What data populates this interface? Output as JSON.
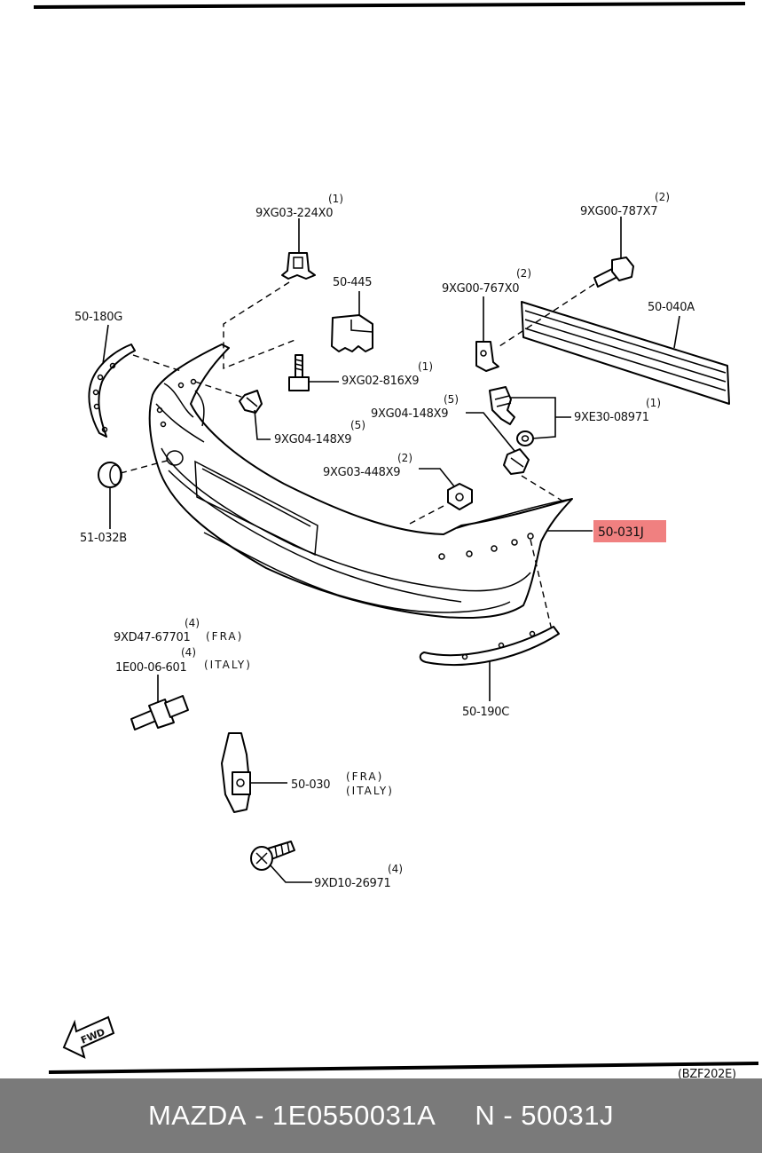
{
  "labels": {
    "clip_top": "9XG03-224X0",
    "clip_top_qty": "(1)",
    "bolt_top_right": "9XG00-787X7",
    "bolt_top_right_qty": "(2)",
    "pad": "50-445",
    "clip_nut_mid": "9XG00-767X0",
    "clip_nut_mid_qty": "(2)",
    "molding": "50-040A",
    "side_bracket_left": "50-180G",
    "bolt_mid": "9XG02-816X9",
    "bolt_mid_qty": "(1)",
    "clip_right": "9XG04-148X9",
    "clip_right_qty": "(5)",
    "screw_grommet": "9XE30-08971",
    "screw_grommet_qty": "(1)",
    "clip_left": "9XG04-148X9",
    "clip_left_qty": "(5)",
    "nut": "9XG03-448X9",
    "nut_qty": "(2)",
    "cap": "51-032B",
    "bumper": "50-031J",
    "rivet_fra": "9XD47-67701",
    "rivet_fra_qty": "(4)",
    "rivet_fra_note": "(FRA)",
    "rivet_italy": "1E00-06-601",
    "rivet_italy_qty": "(4)",
    "rivet_italy_note": "(ITALY)",
    "strip": "50-190C",
    "bracket": "50-030",
    "bracket_note_1": "(FRA)",
    "bracket_note_2": "(ITALY)",
    "screw": "9XD10-26971",
    "screw_qty": "(4)",
    "fwd": "FWD",
    "diagram_code": "(BZF202E)"
  },
  "highlight_color": "#f08080",
  "footer": {
    "brand": "MAZDA",
    "part_number": "1E0550031A",
    "prefix": "N",
    "ref": "50031J",
    "background": "#7a7a7a"
  }
}
